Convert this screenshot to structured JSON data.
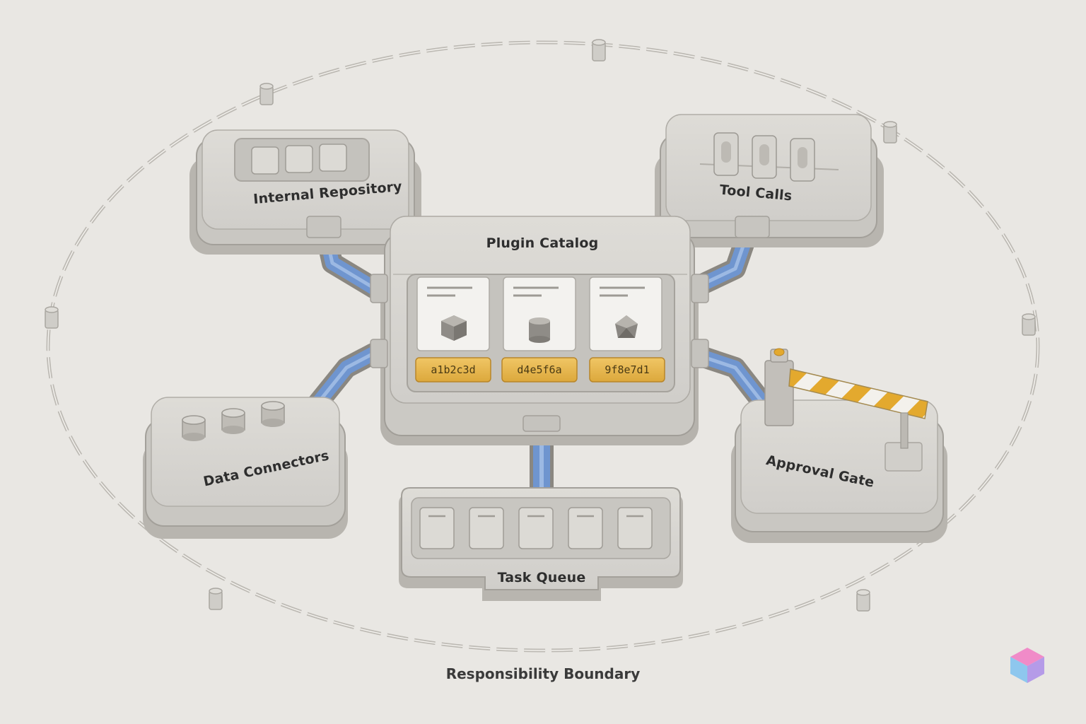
{
  "title": "Plugin Catalog",
  "catalog": {
    "plugins": [
      {
        "hash": "a1b2c3d",
        "icon": "cube-icon"
      },
      {
        "hash": "d4e5f6a",
        "icon": "cylinder-icon"
      },
      {
        "hash": "9f8e7d1",
        "icon": "polyhedron-icon"
      }
    ]
  },
  "nodes": {
    "internal_repository": "Internal Repository",
    "tool_calls": "Tool Calls",
    "data_connectors": "Data Connectors",
    "approval_gate": "Approval Gate",
    "task_queue": "Task Queue"
  },
  "boundary": {
    "label": "Responsibility Boundary"
  },
  "colors": {
    "background": "#e9e7e3",
    "module": "#d4d2cd",
    "pipe": "#6f95cf",
    "hash_tag": "#e8b84e",
    "barrier_stripe": "#e3a92e"
  }
}
